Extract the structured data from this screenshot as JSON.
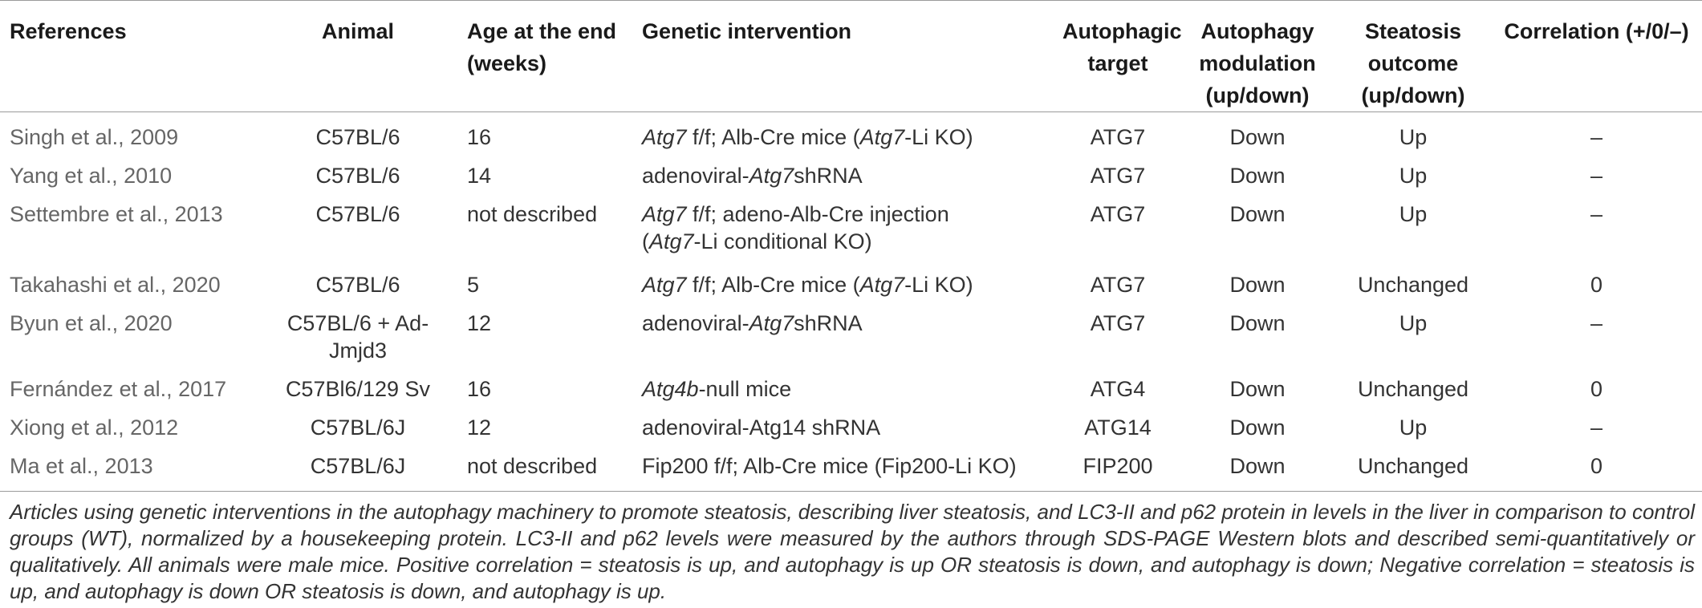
{
  "columns": [
    "References",
    "Animal",
    "Age at the end (weeks)",
    "Genetic intervention",
    "Autophagic target",
    "Autophagy modulation (up/down)",
    "Steatosis outcome (up/down)",
    "Correlation (+/0/–)"
  ],
  "rows": [
    {
      "reference": "Singh et al., 2009",
      "animal": "C57BL/6",
      "age": "16",
      "intervention": [
        {
          "t": "Atg7",
          "i": true
        },
        {
          "t": " f/f; Alb-Cre mice ("
        },
        {
          "t": "Atg7",
          "i": true
        },
        {
          "t": "-Li KO)"
        }
      ],
      "target": "ATG7",
      "modulation": "Down",
      "steatosis": "Up",
      "correlation": "–"
    },
    {
      "reference": "Yang et al., 2010",
      "animal": "C57BL/6",
      "age": "14",
      "intervention": [
        {
          "t": "adenoviral-"
        },
        {
          "t": "Atg7",
          "i": true
        },
        {
          "t": "shRNA"
        }
      ],
      "target": "ATG7",
      "modulation": "Down",
      "steatosis": "Up",
      "correlation": "–"
    },
    {
      "reference": "Settembre et al., 2013",
      "animal": "C57BL/6",
      "age": "not described",
      "intervention": [
        {
          "t": "Atg7",
          "i": true
        },
        {
          "t": " f/f; adeno-Alb-Cre injection"
        },
        {
          "br": true
        },
        {
          "t": "("
        },
        {
          "t": "Atg7",
          "i": true
        },
        {
          "t": "-Li conditional KO)"
        }
      ],
      "target": "ATG7",
      "modulation": "Down",
      "steatosis": "Up",
      "correlation": "–"
    },
    {
      "reference": "Takahashi et al., 2020",
      "animal": "C57BL/6",
      "age": "5",
      "intervention": [
        {
          "t": "Atg7",
          "i": true
        },
        {
          "t": " f/f; Alb-Cre mice ("
        },
        {
          "t": "Atg7",
          "i": true
        },
        {
          "t": "-Li KO)"
        }
      ],
      "target": "ATG7",
      "modulation": "Down",
      "steatosis": "Unchanged",
      "correlation": "0"
    },
    {
      "reference": "Byun et al., 2020",
      "animal": "C57BL/6 + Ad-Jmjd3",
      "age": "12",
      "intervention": [
        {
          "t": "adenoviral-"
        },
        {
          "t": "Atg7",
          "i": true
        },
        {
          "t": "shRNA"
        }
      ],
      "target": "ATG7",
      "modulation": "Down",
      "steatosis": "Up",
      "correlation": "–"
    },
    {
      "reference": "Fernández et al., 2017",
      "animal": "C57Bl6/129 Sv",
      "age": "16",
      "intervention": [
        {
          "t": "Atg4b",
          "i": true
        },
        {
          "t": "-null mice"
        }
      ],
      "target": "ATG4",
      "modulation": "Down",
      "steatosis": "Unchanged",
      "correlation": "0"
    },
    {
      "reference": "Xiong et al., 2012",
      "animal": "C57BL/6J",
      "age": "12",
      "intervention": [
        {
          "t": "adenoviral-Atg14 shRNA"
        }
      ],
      "target": "ATG14",
      "modulation": "Down",
      "steatosis": "Up",
      "correlation": "–"
    },
    {
      "reference": "Ma et al., 2013",
      "animal": "C57BL/6J",
      "age": "not described",
      "intervention": [
        {
          "t": "Fip200 f/f; Alb-Cre mice (Fip200-Li KO)"
        }
      ],
      "target": "FIP200",
      "modulation": "Down",
      "steatosis": "Unchanged",
      "correlation": "0"
    }
  ],
  "footnote": "Articles using genetic interventions in the autophagy machinery to promote steatosis, describing liver steatosis, and LC3-II and p62 protein in levels in the liver in comparison to control groups (WT), normalized by a housekeeping protein. LC3-II and p62 levels were measured by the authors through SDS-PAGE Western blots and described semi-quantitatively or qualitatively. All animals were male mice. Positive correlation = steatosis is up, and autophagy is up OR steatosis is down, and autophagy is down; Negative correlation = steatosis is up, and autophagy is down OR steatosis is down, and autophagy is up."
}
